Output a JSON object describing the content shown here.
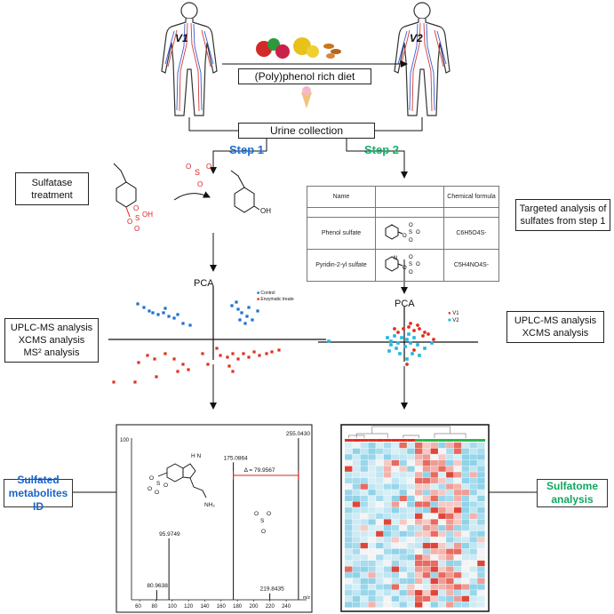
{
  "people": {
    "left_label": "V1",
    "right_label": "V2"
  },
  "diet_label": "(Poly)phenol rich diet",
  "urine_label": "Urine collection",
  "step1_label": "Step 1",
  "step2_label": "Step 2",
  "sulfatase_label": [
    "Sulfatase",
    "treatment"
  ],
  "oh_label": "OH",
  "targeted_label": [
    "Targeted analysis of",
    "sulfates from step 1"
  ],
  "table": {
    "headers": [
      "Name",
      "",
      "Chemical formula"
    ],
    "rows": [
      {
        "name": "Phenol sulfate",
        "formula": "C6H5O4S-"
      },
      {
        "name": "Pyridin-2-yl sulfate",
        "formula": "C5H4NO4S-"
      }
    ]
  },
  "pca_left": {
    "title": "PCA",
    "legend": [
      {
        "name": "Control",
        "color": "#1f6fd0"
      },
      {
        "name": "Enzymatic treate",
        "color": "#e0301e"
      }
    ]
  },
  "pca_right": {
    "title": "PCA",
    "legend": [
      {
        "name": "V1",
        "color": "#e0301e"
      },
      {
        "name": "V2",
        "color": "#1fb7e0"
      }
    ]
  },
  "left_analysis": [
    "UPLC-MS analysis",
    "XCMS analysis",
    "MS² analysis"
  ],
  "right_analysis": [
    "UPLC-MS analysis",
    "XCMS analysis"
  ],
  "ms_spectrum": {
    "y_max_label": "100",
    "peaks": [
      {
        "mz": 80.9638,
        "intensity": 6,
        "label": "80.9638"
      },
      {
        "mz": 95.9749,
        "intensity": 38,
        "label": "95.9749"
      },
      {
        "mz": 175.0864,
        "intensity": 85,
        "label": "175.0864"
      },
      {
        "mz": 219.8435,
        "intensity": 4,
        "label": "219.8435"
      },
      {
        "mz": 255.043,
        "intensity": 100,
        "label": "255.0430"
      }
    ],
    "delta_label": "Δ = 79.9567",
    "nh2_label": "NH₂",
    "nh_label": "H N",
    "x_ticks": [
      "60",
      "80",
      "100",
      "120",
      "140",
      "160",
      "180",
      "200",
      "220",
      "240"
    ],
    "x_unit": "m/z"
  },
  "sulfated_box": [
    "Sulfated",
    "metabolites ID"
  ],
  "sulfatome_box": [
    "Sulfatome",
    "analysis"
  ]
}
